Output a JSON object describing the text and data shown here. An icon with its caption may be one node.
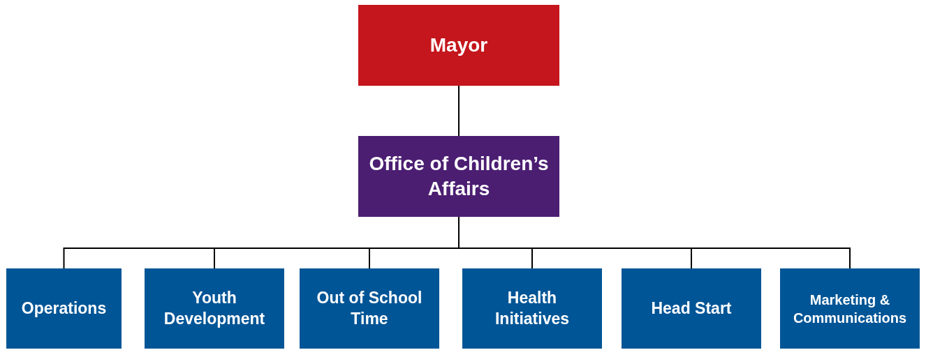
{
  "diagram": {
    "nodes": [
      {
        "text": [
          "Mayor"
        ]
      },
      {
        "text": [
          "Office of Children’s Affairs"
        ]
      },
      {
        "text": [
          "Operations"
        ]
      },
      {
        "text": [
          "Youth Development"
        ]
      },
      {
        "text": [
          "Out of School Time"
        ]
      },
      {
        "text": [
          "Health Initiatives"
        ]
      },
      {
        "text": [
          "Head Start"
        ]
      },
      {
        "text": [
          "Marketing & Communications"
        ]
      }
    ],
    "edges": [
      {
        "from": 0,
        "to": 1,
        "arrow": "none"
      },
      {
        "from": 1,
        "to": 2,
        "arrow": "none"
      },
      {
        "from": 1,
        "to": 3,
        "arrow": "none"
      },
      {
        "from": 1,
        "to": 4,
        "arrow": "none"
      },
      {
        "from": 1,
        "to": 5,
        "arrow": "none"
      },
      {
        "from": 1,
        "to": 6,
        "arrow": "none"
      },
      {
        "from": 1,
        "to": 7,
        "arrow": "none"
      }
    ]
  }
}
